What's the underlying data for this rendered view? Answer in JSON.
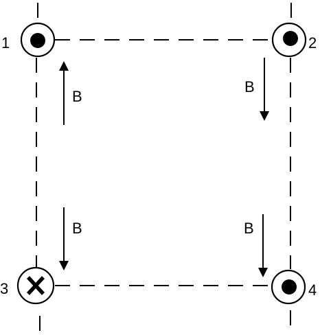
{
  "wires": [
    {
      "id": "1",
      "label": "1",
      "direction": "out-of-page"
    },
    {
      "id": "2",
      "label": "2",
      "direction": "out-of-page"
    },
    {
      "id": "3",
      "label": "3",
      "direction": "into-page"
    },
    {
      "id": "4",
      "label": "4",
      "direction": "out-of-page"
    }
  ],
  "field_label": "B",
  "arrows": [
    {
      "id": "upper-left",
      "label": "B",
      "direction": "up"
    },
    {
      "id": "upper-right",
      "label": "B",
      "direction": "down"
    },
    {
      "id": "lower-left",
      "label": "B",
      "direction": "down"
    },
    {
      "id": "lower-right",
      "label": "B",
      "direction": "down"
    }
  ],
  "colors": {
    "line": "#000000",
    "background": "#ffffff"
  }
}
